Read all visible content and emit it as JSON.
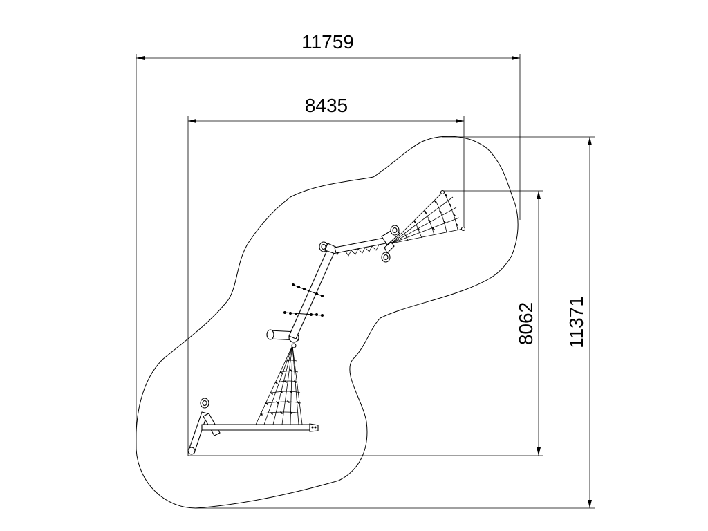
{
  "dimensions": {
    "overall_width": "11759",
    "equipment_width": "8435",
    "equipment_depth": "8062",
    "overall_depth": "11371"
  }
}
